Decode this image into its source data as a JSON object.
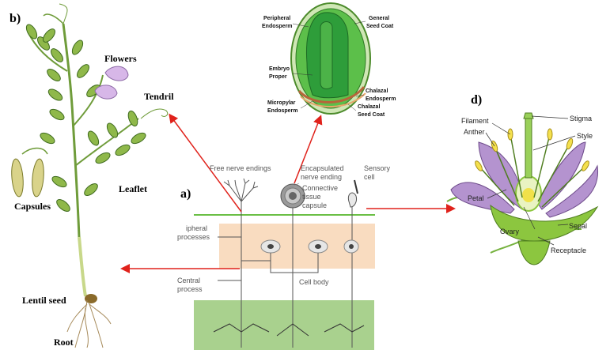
{
  "panels": {
    "a": "a)",
    "b": "b)",
    "d": "d)"
  },
  "plant_labels": {
    "flowers": "Flowers",
    "tendril": "Tendril",
    "leaflet": "Leaflet",
    "capsules": "Capsules",
    "lentil_seed": "Lentil seed",
    "root": "Root"
  },
  "seed_labels": {
    "peripheral_endosperm_1": "Peripheral",
    "peripheral_endosperm_2": "Endosperm",
    "general_seed_coat_1": "General",
    "general_seed_coat_2": "Seed Coat",
    "embryo_proper_1": "Embryo",
    "embryo_proper_2": "Proper",
    "chalazal_endosperm_1": "Chalazal",
    "chalazal_endosperm_2": "Endosperm",
    "micropylar_endosperm_1": "Micropylar",
    "micropylar_endosperm_2": "Endosperm",
    "chalazal_seed_coat_1": "Chalazal",
    "chalazal_seed_coat_2": "Seed Coat"
  },
  "nerve_labels": {
    "free_nerve_endings": "Free nerve endings",
    "encapsulated_1": "Encapsulated",
    "encapsulated_2": "nerve ending",
    "connective_1": "Connective",
    "connective_2": "tissue",
    "connective_3": "capsule",
    "sensory_1": "Sensory",
    "sensory_2": "cell",
    "peripheral_1": "ipheral",
    "peripheral_2": "processes",
    "central_1": "Central",
    "central_2": "process",
    "cell_body": "Cell body"
  },
  "flower_labels": {
    "filament": "Filament",
    "stigma": "Stigma",
    "anther": "Anther",
    "style": "Style",
    "petal": "Petal",
    "sepal": "Sepal",
    "ovary": "Ovary",
    "receptacle": "Receptacle"
  },
  "colors": {
    "arrow": "#e0221b",
    "leaf": "#8fb84a",
    "leaf_dark": "#3f6b1f",
    "petal": "#b493cf",
    "skin_band": "#f9dcc0",
    "dermis": "#a9d18e",
    "epidermis_line": "#6abf45",
    "seed_green": "#2e9d3a"
  }
}
